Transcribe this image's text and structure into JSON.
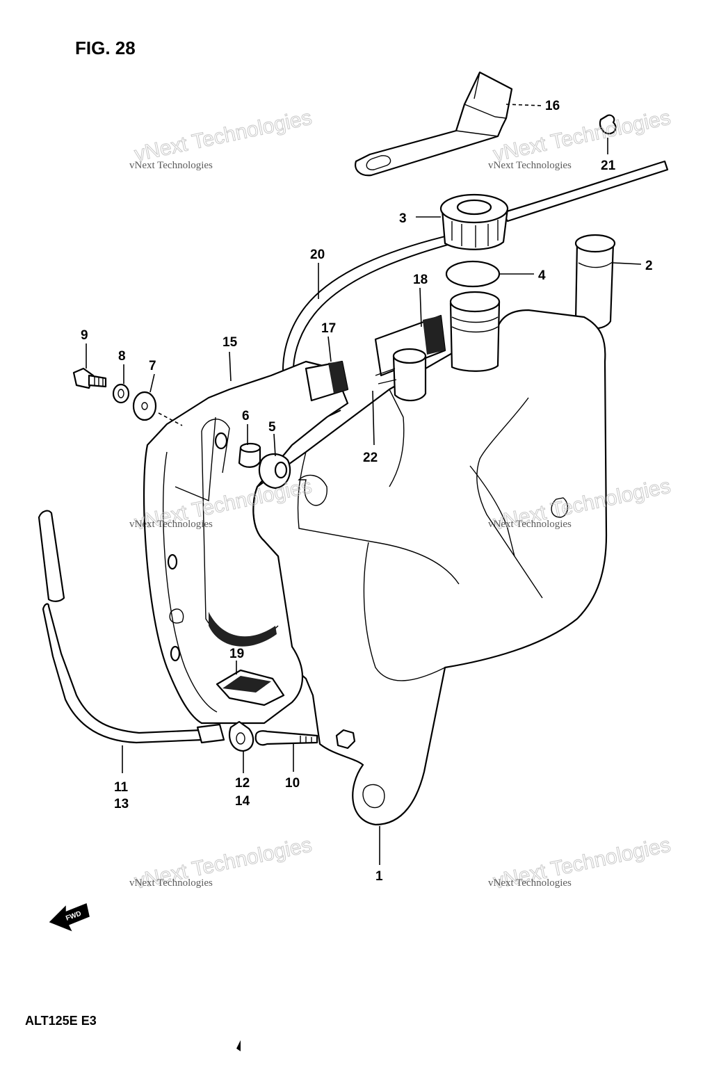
{
  "figure": {
    "title": "FIG. 28"
  },
  "model_code": "ALT125E  E3",
  "fwd_arrow_label": "FWD",
  "watermark": {
    "line1": "vNext Technologies",
    "line2": "vNext Technologies"
  },
  "callouts": [
    {
      "id": "1",
      "text": "1"
    },
    {
      "id": "2",
      "text": "2"
    },
    {
      "id": "3",
      "text": "3"
    },
    {
      "id": "4",
      "text": "4"
    },
    {
      "id": "5",
      "text": "5"
    },
    {
      "id": "6",
      "text": "6"
    },
    {
      "id": "7",
      "text": "7"
    },
    {
      "id": "8",
      "text": "8"
    },
    {
      "id": "9",
      "text": "9"
    },
    {
      "id": "10",
      "text": "10"
    },
    {
      "id": "11",
      "text": "11"
    },
    {
      "id": "12",
      "text": "12"
    },
    {
      "id": "13",
      "text": "13"
    },
    {
      "id": "14",
      "text": "14"
    },
    {
      "id": "15",
      "text": "15"
    },
    {
      "id": "16",
      "text": "16"
    },
    {
      "id": "17",
      "text": "17"
    },
    {
      "id": "18",
      "text": "18"
    },
    {
      "id": "19",
      "text": "19"
    },
    {
      "id": "20",
      "text": "20"
    },
    {
      "id": "21",
      "text": "21"
    },
    {
      "id": "22",
      "text": "22"
    }
  ]
}
